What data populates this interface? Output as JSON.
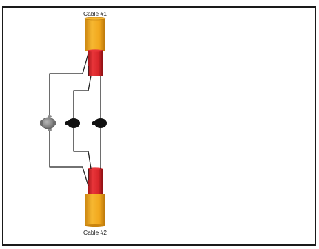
{
  "diagram": {
    "cables": [
      {
        "label": "Cable #1"
      },
      {
        "label": "Cable #2"
      }
    ],
    "colors": {
      "jacket": "#f2a81d",
      "jacket_shade": "#c9840f",
      "inner": "#d9262b",
      "inner_shade": "#a01418",
      "wire": "#1f1f1f",
      "connector_black": "#111111",
      "connector_gray": "#7d7d7d",
      "frame": "#1a1a1a"
    },
    "connectors": [
      "gray-connector",
      "black-connector",
      "black-connector"
    ]
  }
}
